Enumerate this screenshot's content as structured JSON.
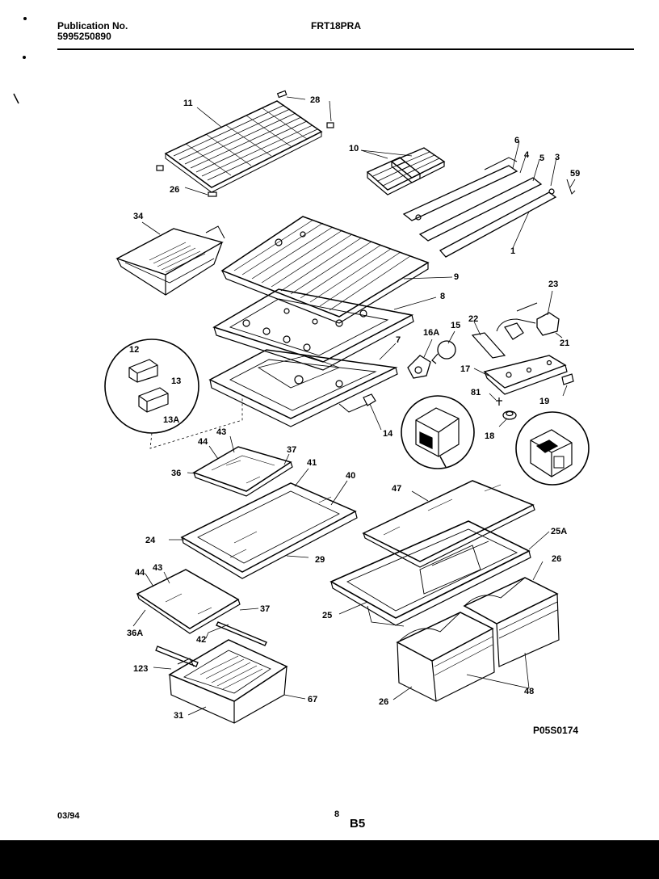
{
  "header": {
    "publication_label": "Publication No.",
    "publication_number": "5995250890",
    "model": "FRT18PRA"
  },
  "footer": {
    "date": "03/94",
    "page_number": "8",
    "section": "B5",
    "figure_id": "P05S0174"
  },
  "callouts": {
    "c11": "11",
    "c28": "28",
    "c26a": "26",
    "c10": "10",
    "c6": "6",
    "c4": "4",
    "c5": "5",
    "c3": "3",
    "c59": "59",
    "c1": "1",
    "c34": "34",
    "c9": "9",
    "c8": "8",
    "c23": "23",
    "c22": "22",
    "c21": "21",
    "c15": "15",
    "c16A": "16A",
    "c7": "7",
    "c12": "12",
    "c13": "13",
    "c13A": "13A",
    "c17": "17",
    "c81": "81",
    "c19": "19",
    "c14": "14",
    "c18": "18",
    "c44a": "44",
    "c43a": "43",
    "c37a": "37",
    "c36": "36",
    "c41": "41",
    "c40": "40",
    "c47": "47",
    "c25A": "25A",
    "c24": "24",
    "c29": "29",
    "c26b": "26",
    "c44b": "44",
    "c43b": "43",
    "c37b": "37",
    "c36A": "36A",
    "c25": "25",
    "c42": "42",
    "c123": "123",
    "c67": "67",
    "c31": "31",
    "c26c": "26",
    "c48": "48"
  },
  "colors": {
    "ink": "#000000",
    "paper": "#ffffff"
  }
}
